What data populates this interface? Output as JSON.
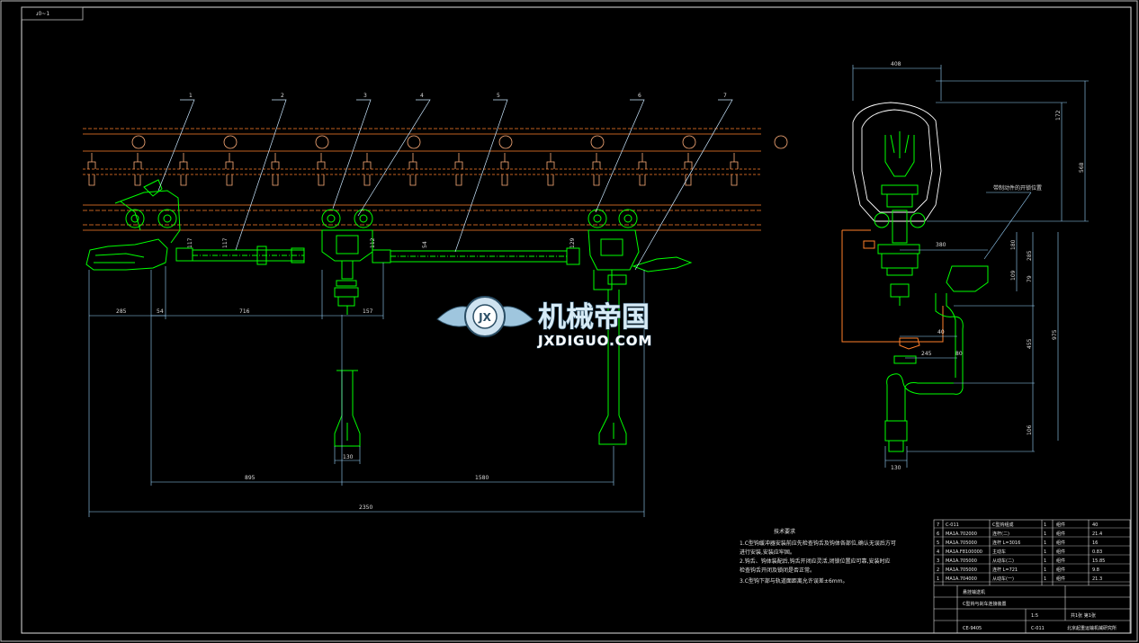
{
  "drawing": {
    "corner_tag": "ɹ0~1",
    "balloons": [
      "1",
      "2",
      "3",
      "4",
      "5",
      "6",
      "7"
    ],
    "front_dims": {
      "d285": "285",
      "d54": "54",
      "d716": "716",
      "d157": "157",
      "d895": "895",
      "d1580": "1580",
      "d2350": "2350",
      "d130": "130",
      "d117a": "117",
      "d117b": "117",
      "d112": "112",
      "d54v": "54",
      "d129": "129"
    },
    "side_dims": {
      "w408": "408",
      "h172": "172",
      "h568": "568",
      "w380": "380",
      "h180": "180",
      "h285": "285",
      "h109": "109",
      "h79": "79",
      "h455": "455",
      "h975": "975",
      "w40": "40",
      "w245": "245",
      "w80": "80",
      "h106": "106",
      "w130": "130"
    },
    "side_callout": "带制动件的开锁位置"
  },
  "notes": {
    "title": "技术要求",
    "lines": [
      "1.C型钩缓冲器安装前应先检查钩舌及钩体各部位,确认无误后方可",
      "  进行安装,安装应牢固。",
      "2.钩舌、钩体装配后,钩舌开闭应灵活,闭锁位置应可靠,安装时应",
      "  检查钩舌开闭及锁闭是否正常。",
      "3.C型钩下部与轨道面距离允许误差±6mm。"
    ]
  },
  "title_block": {
    "parts": [
      {
        "no": "7",
        "code": "C-011",
        "name": "C型钩组成",
        "qty": "1",
        "mat": "组件",
        "wt": "40"
      },
      {
        "no": "6",
        "code": "MA1A.702000",
        "name": "连杆(二)",
        "qty": "1",
        "mat": "组件",
        "wt": "21.4"
      },
      {
        "no": "5",
        "code": "MA1A.705000",
        "name": "连杆 L=3016",
        "qty": "1",
        "mat": "组件",
        "wt": "16"
      },
      {
        "no": "4",
        "code": "MA1A.F8100000",
        "name": "主动车",
        "qty": "1",
        "mat": "组件",
        "wt": "0.83"
      },
      {
        "no": "3",
        "code": "MA1A.705000",
        "name": "从动车(二)",
        "qty": "1",
        "mat": "组件",
        "wt": "15.85"
      },
      {
        "no": "2",
        "code": "MA1A.705000",
        "name": "连杆 L=721",
        "qty": "1",
        "mat": "组件",
        "wt": "9.8"
      },
      {
        "no": "1",
        "code": "MA1A.704000",
        "name": "从动车(一)",
        "qty": "1",
        "mat": "组件",
        "wt": "21.3"
      }
    ],
    "project": "悬挂输送机",
    "drawing_name": "C型钩与刹车连接装置",
    "scale": "1:5",
    "sheet": "共1张 第1张",
    "drawing_no": "C-011",
    "code_small": "CE-9405",
    "company": "北京起重运输机械研究所"
  },
  "watermark": {
    "cn": "机械帝国",
    "en": "JXDIGUO.COM",
    "logo_text": "JX"
  },
  "colors": {
    "background": "#000000",
    "green": "#00ff00",
    "orange": "#ff7f2a",
    "white": "#ffffff",
    "cyan": "#00ffff"
  }
}
